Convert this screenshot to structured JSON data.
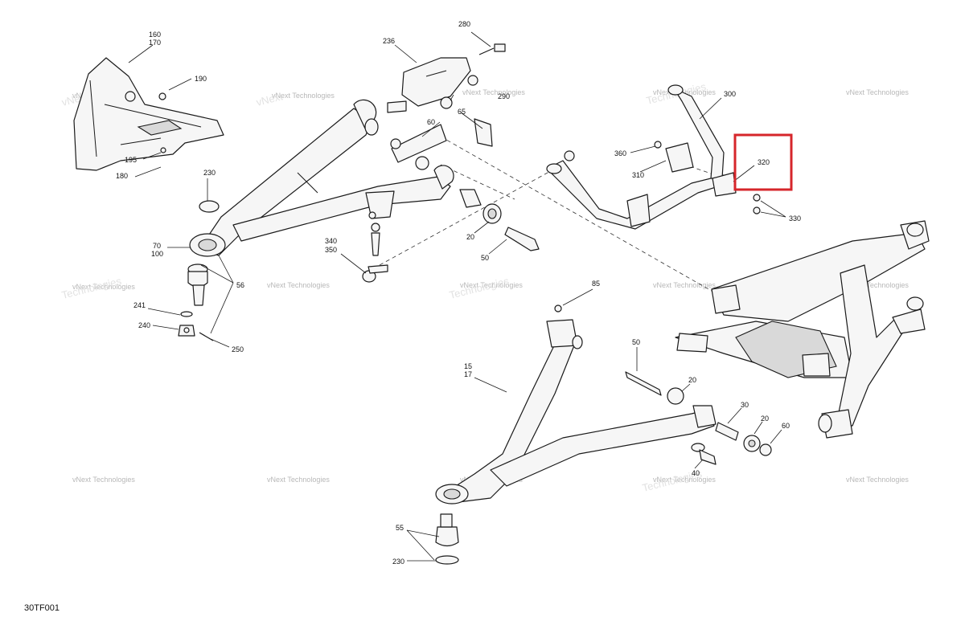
{
  "figure_code": "30TF001",
  "watermark": "vNext Technologies",
  "watermark_line1": "vNext",
  "watermark_line2": "Technologies",
  "highlight_color": "#d6262b",
  "highlighted_part": "320",
  "callouts": {
    "c160": "160",
    "c170": "170",
    "c190": "190",
    "c195": "195",
    "c180": "180",
    "c236": "236",
    "c280": "280",
    "c290": "290",
    "c60a": "60",
    "c65": "65",
    "c300": "300",
    "c360": "360",
    "c310": "310",
    "c320": "320",
    "c330": "330",
    "c230a": "230",
    "c70": "70",
    "c100": "100",
    "c340": "340",
    "c350": "350",
    "c20a": "20",
    "c50a": "50",
    "c56": "56",
    "c241": "241",
    "c240": "240",
    "c250": "250",
    "c85": "85",
    "c15": "15",
    "c17": "17",
    "c50b": "50",
    "c20b": "20",
    "c30": "30",
    "c20c": "20",
    "c60b": "60",
    "c40": "40",
    "c55": "55",
    "c230b": "230"
  }
}
